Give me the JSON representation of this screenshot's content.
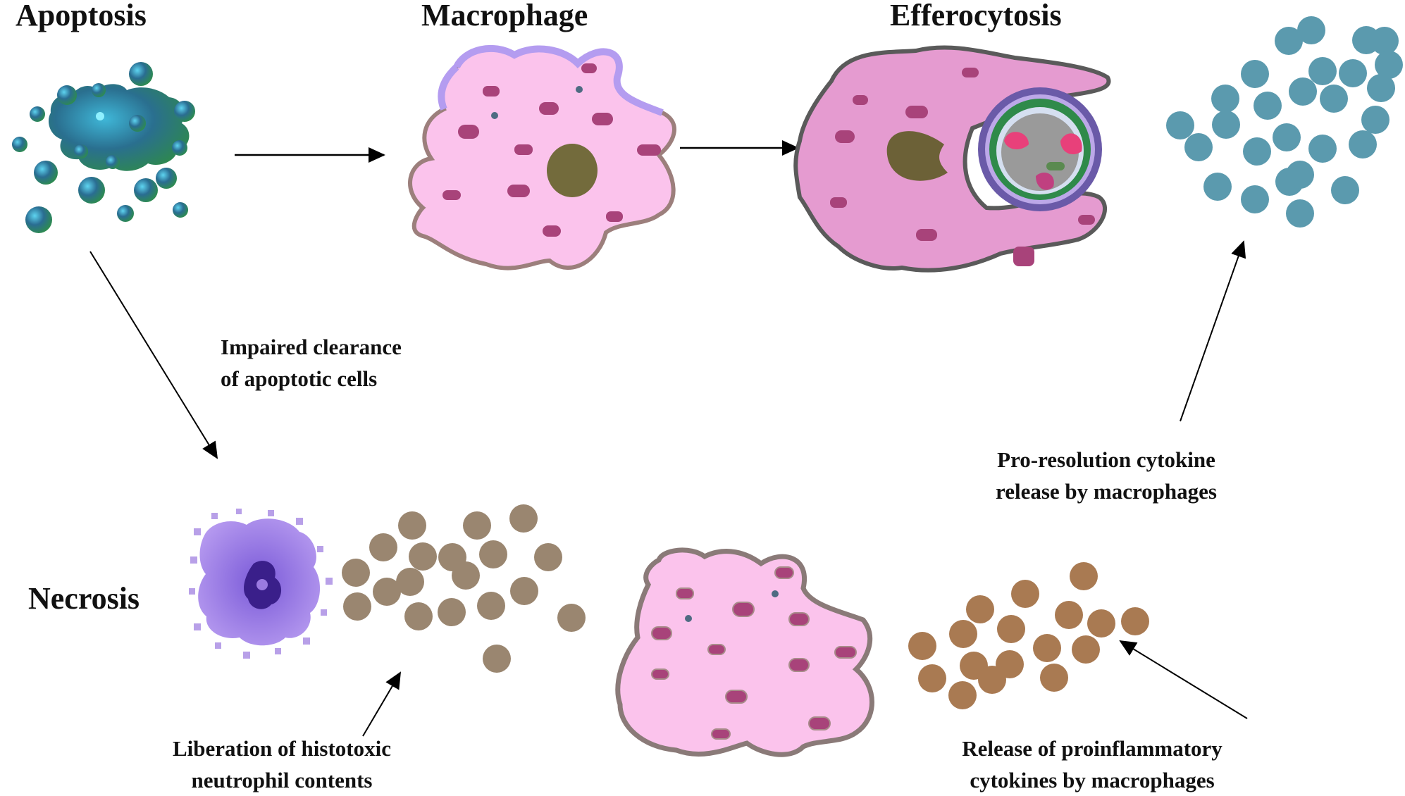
{
  "titles": {
    "apoptosis": "Apoptosis",
    "macrophage": "Macrophage",
    "efferocytosis": "Efferocytosis",
    "necrosis": "Necrosis"
  },
  "labels": {
    "impaired_clearance": [
      "Impaired clearance",
      "of apoptotic cells"
    ],
    "pro_resolution": [
      "Pro-resolution cytokine",
      "release by macrophages"
    ],
    "liberation": [
      "Liberation of histotoxic",
      "neutrophil contents"
    ],
    "proinflammatory": [
      "Release of proinflammatory",
      "cytokines by macrophages"
    ]
  },
  "colors": {
    "macrophage_fill": "#fbc3ec",
    "macrophage_border_top": "#b49cf0",
    "macrophage_border_bottom": "#8a7a78",
    "granule": "#a8437a",
    "nucleus": "#736b3c",
    "efferocyte_fill": "#e59bd0",
    "pro_resolution_cytokine": "#5b9aae",
    "necrotic_debris": "#9a8670",
    "proinflammatory_cytokine": "#a97a52",
    "necrotic_neutrophil": "#9a79e0",
    "apoptotic_cell": "#2f7a6a"
  }
}
